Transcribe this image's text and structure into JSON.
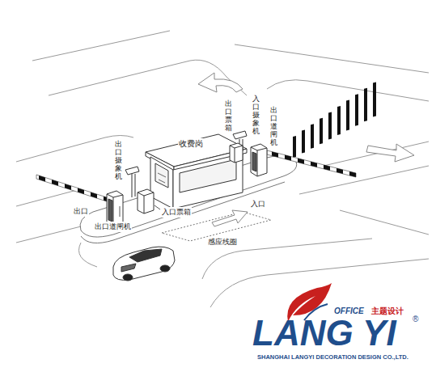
{
  "diagram": {
    "labels": [
      "收费岗",
      "出口摄象机",
      "出口票箱",
      "入口摄象机",
      "出口道闸机",
      "出口",
      "入口票箱",
      "出口道闸机",
      "入口",
      "感应线圈",
      "OFFICE",
      "主题设计",
      "LANG YI",
      "®",
      "SHANGHAI LANGYI DECORATION DESIGN CO.,LTD."
    ]
  }
}
